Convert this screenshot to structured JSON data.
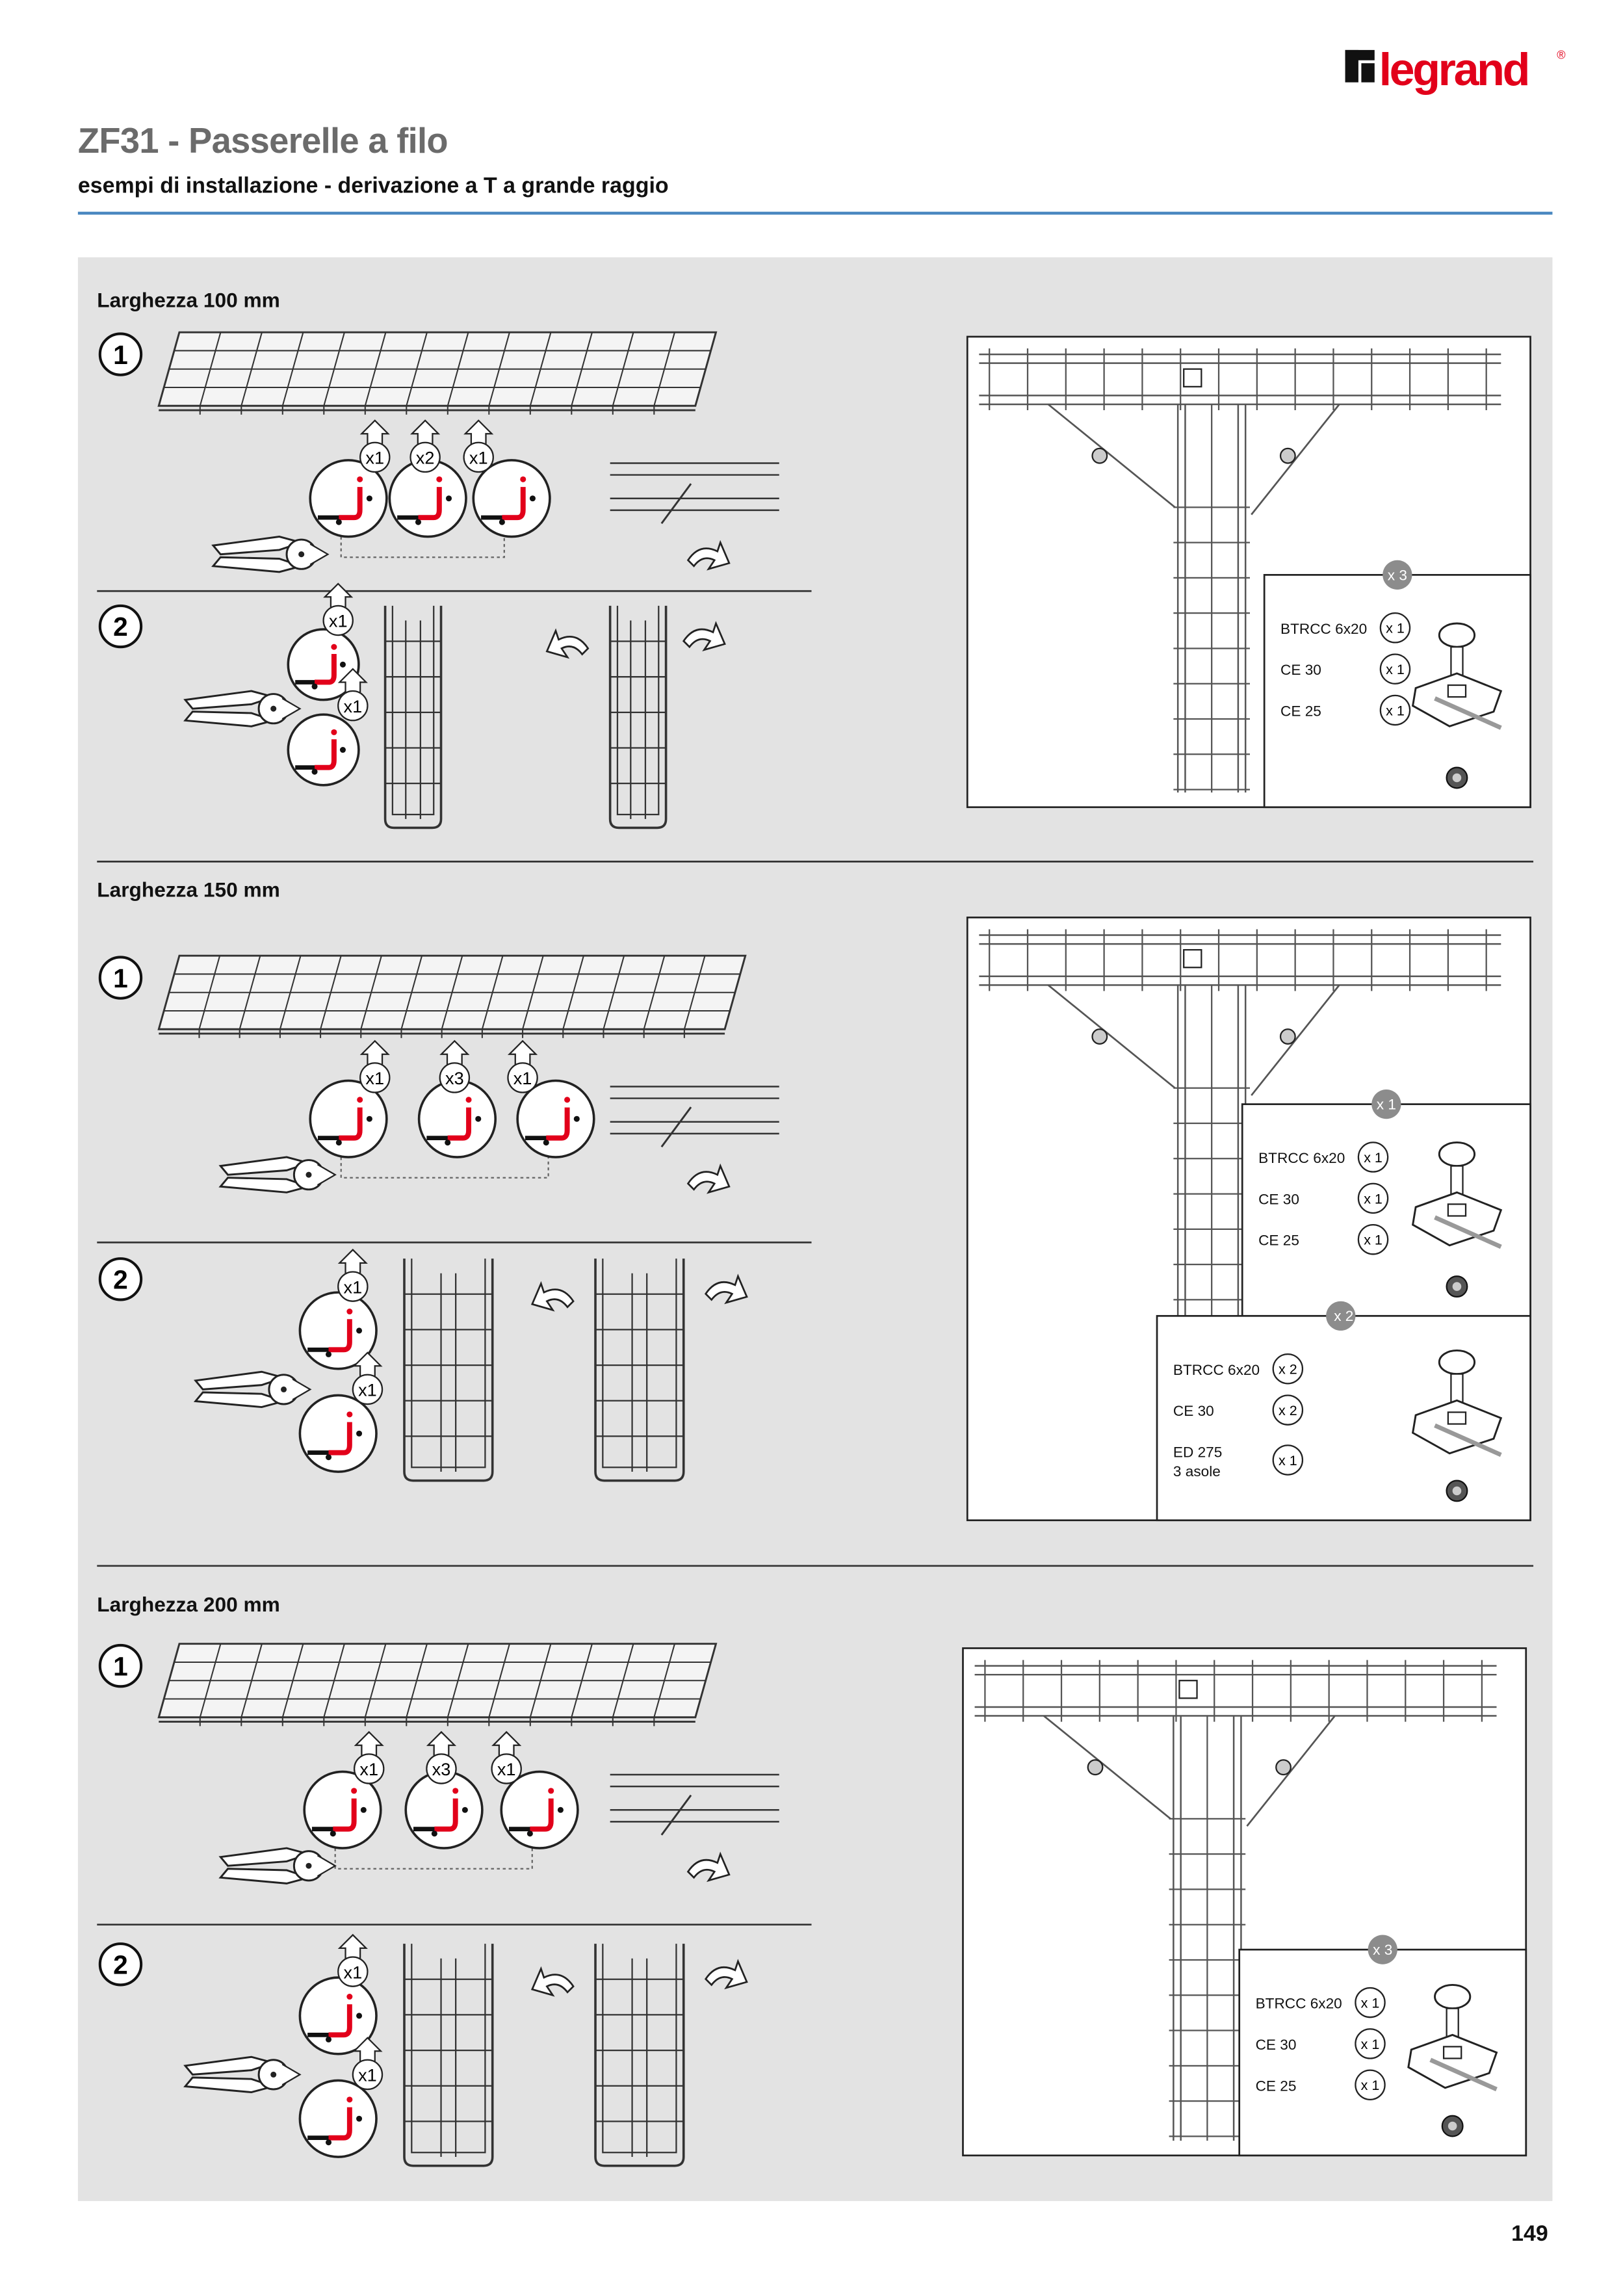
{
  "header": {
    "brand": "legrand",
    "title": "ZF31 - Passerelle a filo",
    "subtitle": "esempi di installazione - derivazione a T a grande raggio"
  },
  "colors": {
    "accent_rule": "#4a88c0",
    "panel": "#e3e3e3",
    "brand_red": "#e2001a",
    "hook_red": "#e2001a",
    "badge": "#8c8c8c"
  },
  "sections": [
    {
      "title": "Larghezza 100 mm",
      "step1": {
        "number": "1",
        "labels": [
          "x1",
          "x2",
          "x1"
        ]
      },
      "step2": {
        "number": "2",
        "labels": [
          "x1",
          "x1"
        ]
      },
      "kits": [
        {
          "badge": "x 3",
          "items": [
            {
              "name": "BTRCC 6x20",
              "qty": "x 1"
            },
            {
              "name": "CE 30",
              "qty": "x 1"
            },
            {
              "name": "CE 25",
              "qty": "x 1"
            }
          ]
        }
      ]
    },
    {
      "title": "Larghezza 150 mm",
      "step1": {
        "number": "1",
        "labels": [
          "x1",
          "x3",
          "x1"
        ]
      },
      "step2": {
        "number": "2",
        "labels": [
          "x1",
          "x1"
        ]
      },
      "kits": [
        {
          "badge": "x 1",
          "items": [
            {
              "name": "BTRCC 6x20",
              "qty": "x 1"
            },
            {
              "name": "CE 30",
              "qty": "x 1"
            },
            {
              "name": "CE 25",
              "qty": "x 1"
            }
          ]
        },
        {
          "badge": "x 2",
          "items": [
            {
              "name": "BTRCC 6x20",
              "qty": "x 2"
            },
            {
              "name": "CE 30",
              "qty": "x 2"
            },
            {
              "name": "ED 275",
              "name2": "3 asole",
              "qty": "x 1"
            }
          ]
        }
      ]
    },
    {
      "title": "Larghezza 200 mm",
      "step1": {
        "number": "1",
        "labels": [
          "x1",
          "x3",
          "x1"
        ]
      },
      "step2": {
        "number": "2",
        "labels": [
          "x1",
          "x1"
        ]
      },
      "kits": [
        {
          "badge": "x 3",
          "items": [
            {
              "name": "BTRCC 6x20",
              "qty": "x 1"
            },
            {
              "name": "CE 30",
              "qty": "x 1"
            },
            {
              "name": "CE 25",
              "qty": "x 1"
            }
          ]
        }
      ]
    }
  ],
  "footer": {
    "page_number": "149"
  }
}
